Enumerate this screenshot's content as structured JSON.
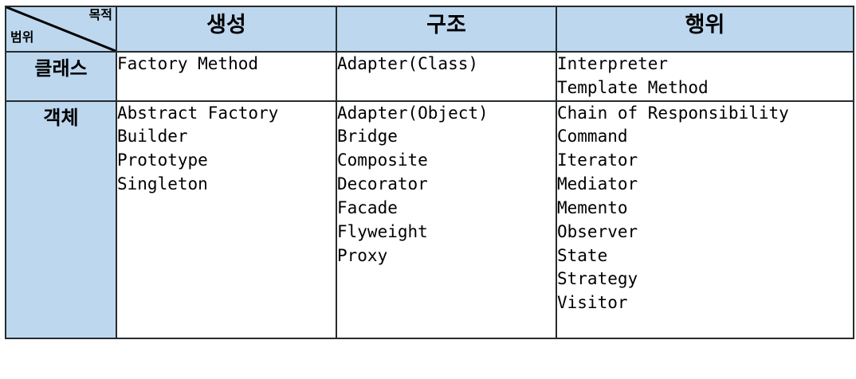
{
  "table": {
    "axis_header": {
      "purpose_label": "목적",
      "scope_label": "범위",
      "diagonal": "diagonal-divider"
    },
    "column_headers": [
      {
        "key": "creational",
        "label": "생성"
      },
      {
        "key": "structural",
        "label": "구조"
      },
      {
        "key": "behavioral",
        "label": "행위"
      }
    ],
    "rows": [
      {
        "key": "class",
        "label": "클래스",
        "cells": {
          "creational": [
            "Factory Method"
          ],
          "structural": [
            "Adapter(Class)"
          ],
          "behavioral": [
            "Interpreter",
            "Template Method"
          ]
        }
      },
      {
        "key": "object",
        "label": "객체",
        "cells": {
          "creational": [
            "Abstract Factory",
            "Builder",
            "Prototype",
            "Singleton"
          ],
          "structural": [
            "Adapter(Object)",
            "Bridge",
            "Composite",
            "Decorator",
            "Facade",
            "Flyweight",
            "Proxy"
          ],
          "behavioral": [
            "Chain of Responsibility",
            "Command",
            "Iterator",
            "Mediator",
            "Memento",
            "Observer",
            "State",
            "Strategy",
            "Visitor"
          ]
        }
      }
    ]
  },
  "colors": {
    "header_fill": "#bdd7ee",
    "border": "#262b2e",
    "body_fill": "#ffffff",
    "text": "#000000"
  }
}
